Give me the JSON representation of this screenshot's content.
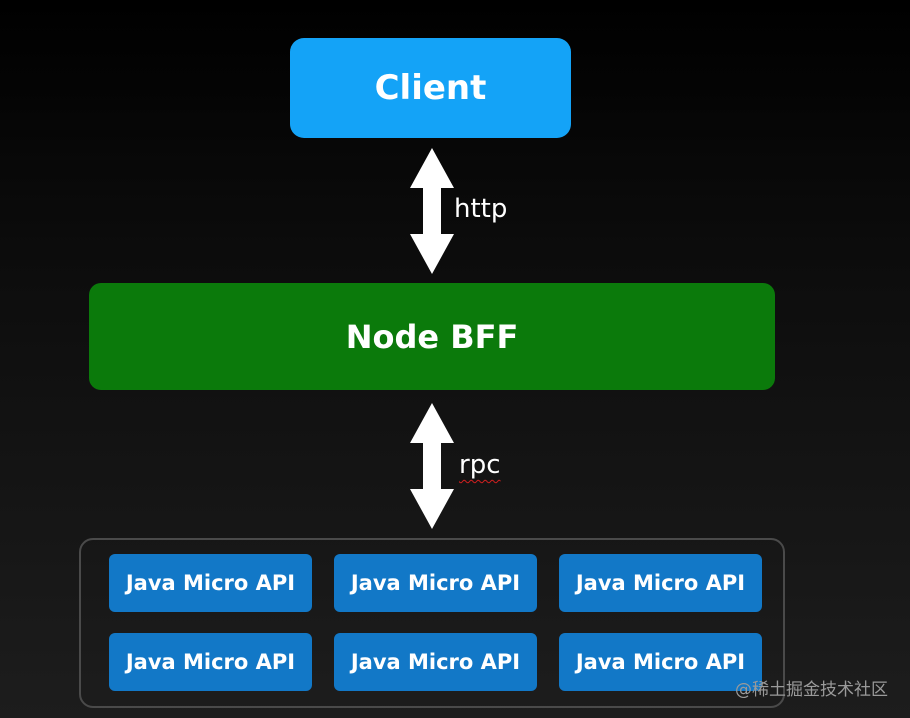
{
  "nodes": {
    "client": "Client",
    "bff": "Node BFF"
  },
  "edges": {
    "client_bff": "http",
    "bff_services": "rpc"
  },
  "services": [
    "Java Micro API",
    "Java Micro API",
    "Java Micro API",
    "Java Micro API",
    "Java Micro API",
    "Java Micro API"
  ],
  "watermark": "@稀土掘金技术社区",
  "colors": {
    "client": "#14a3f7",
    "bff": "#0b7a0b",
    "service": "#1278c7",
    "arrow": "#ffffff",
    "background": "#111111"
  }
}
